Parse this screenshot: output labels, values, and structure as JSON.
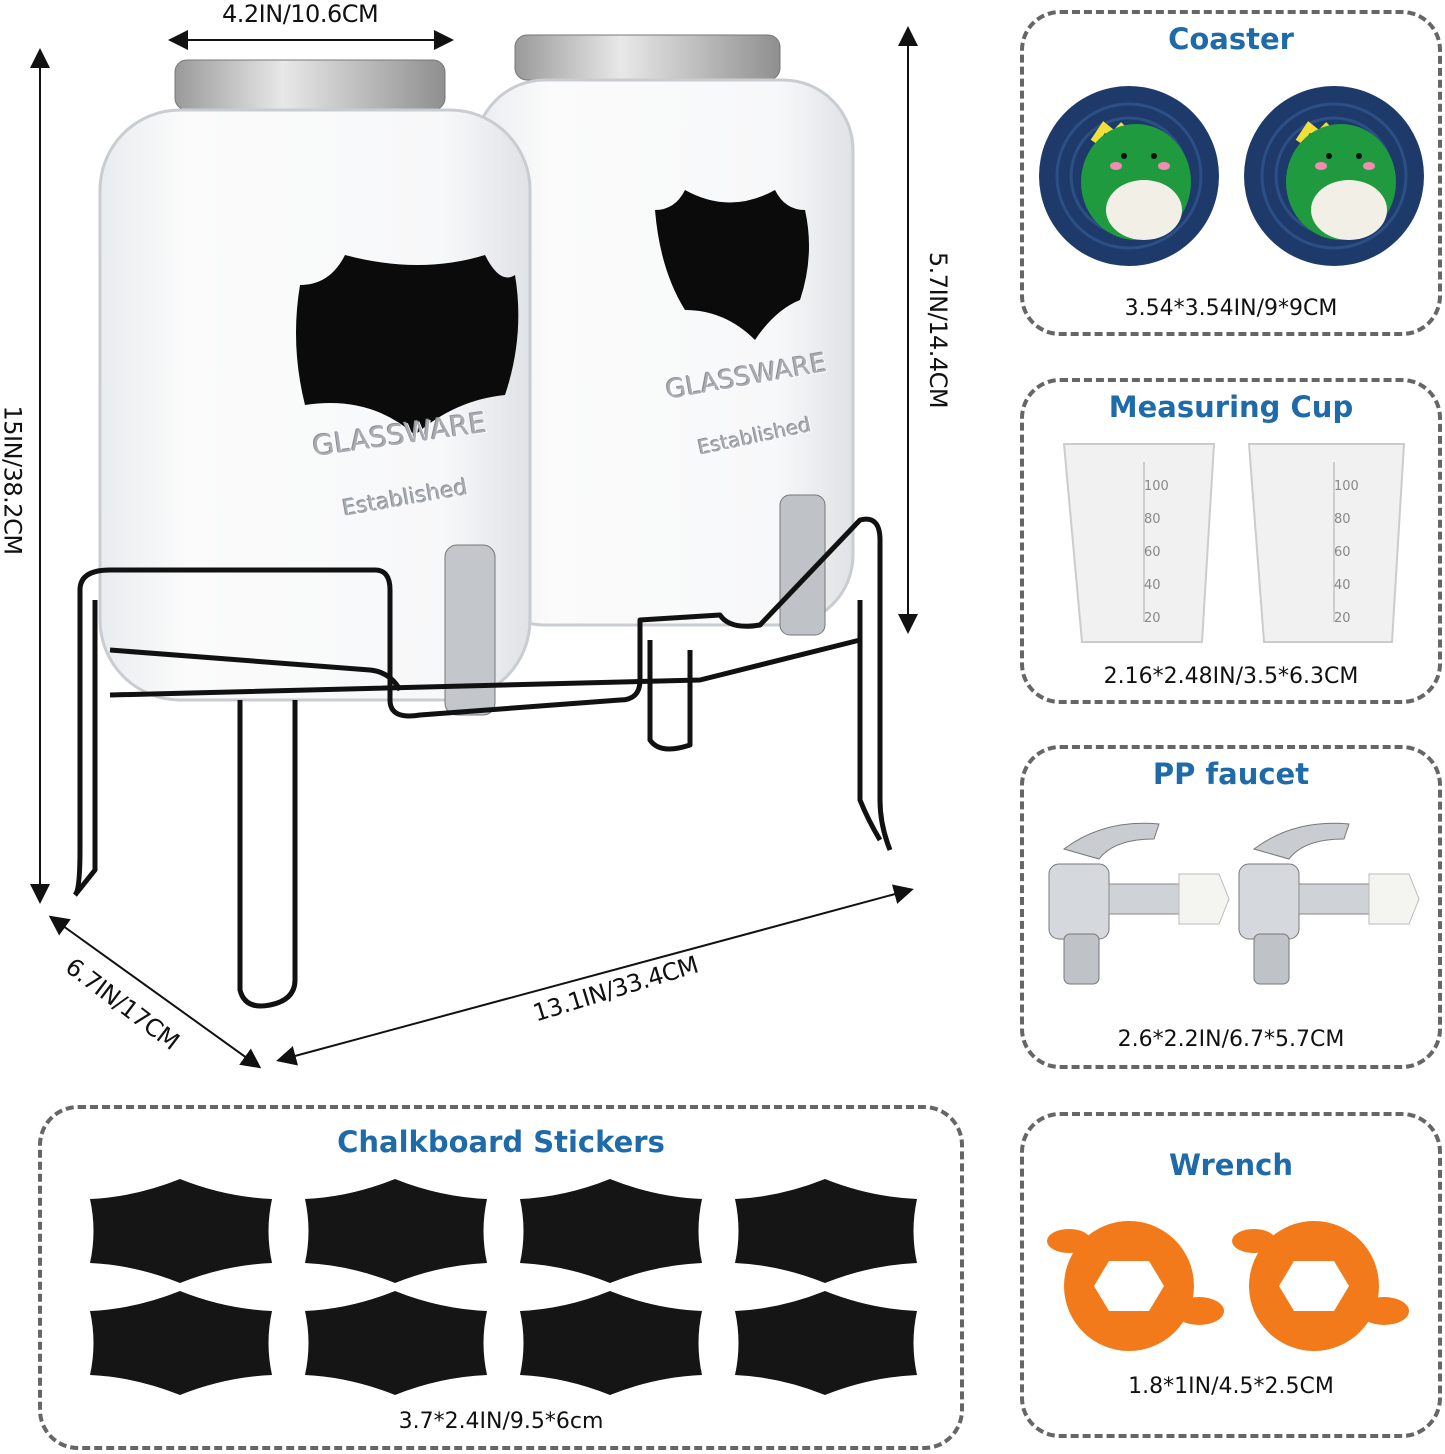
{
  "dimensions": {
    "jar_width": "4.2IN/10.6CM",
    "total_height": "15IN/38.2CM",
    "jar_height": "5.7IN/14.4CM",
    "stand_depth": "6.7IN/17CM",
    "stand_width": "13.1IN/33.4CM"
  },
  "jar_embossing": {
    "brand": "GLASSWARE",
    "sub": "Established"
  },
  "panels": {
    "coaster": {
      "title": "Coaster",
      "size": "3.54*3.54IN/9*9CM"
    },
    "measuring_cup": {
      "title": "Measuring Cup",
      "size": "2.16*2.48IN/3.5*6.3CM",
      "marks": [
        "100",
        "80",
        "60",
        "40",
        "20"
      ]
    },
    "faucet": {
      "title": "PP faucet",
      "size": "2.6*2.2IN/6.7*5.7CM"
    },
    "wrench": {
      "title": "Wrench",
      "size": "1.8*1IN/4.5*2.5CM"
    },
    "stickers": {
      "title": "Chalkboard Stickers",
      "size": "3.7*2.4IN/9.5*6cm"
    }
  },
  "colors": {
    "title": "#1f6aa8",
    "coaster": "#1d3a6b",
    "dino": "#1f9a3e",
    "wrench": "#f27a1a",
    "chalk": "#151515"
  }
}
